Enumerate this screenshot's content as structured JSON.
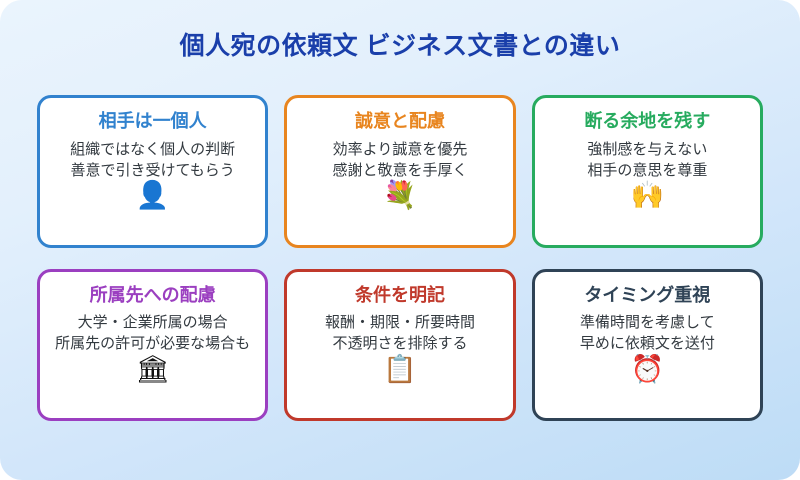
{
  "page": {
    "title": "個人宛の依頼文 ビジネス文書との違い",
    "title_color": "#1a3faa",
    "background_from": "#eaf4fd",
    "background_to": "#bddcf6"
  },
  "cards": [
    {
      "title": "相手は一個人",
      "accent": "#3182ce",
      "line1": "組織ではなく個人の判断",
      "line2": "善意で引き受けてもらう",
      "icon": "person-icon",
      "icon_glyph": "👤"
    },
    {
      "title": "誠意と配慮",
      "accent": "#e8851f",
      "line1": "効率より誠意を優先",
      "line2": "感謝と敬意を手厚く",
      "icon": "bouquet-icon",
      "icon_glyph": "💐"
    },
    {
      "title": "断る余地を残す",
      "accent": "#27ab5f",
      "line1": "強制感を与えない",
      "line2": "相手の意思を尊重",
      "icon": "open-hands-icon",
      "icon_glyph": "🙌"
    },
    {
      "title": "所属先への配慮",
      "accent": "#9b3fc0",
      "line1": "大学・企業所属の場合",
      "line2": "所属先の許可が必要な場合も",
      "icon": "classical-building-icon",
      "icon_glyph": "🏛"
    },
    {
      "title": "条件を明記",
      "accent": "#c0392b",
      "line1": "報酬・期限・所要時間",
      "line2": "不透明さを排除する",
      "icon": "clipboard-icon",
      "icon_glyph": "📋"
    },
    {
      "title": "タイミング重視",
      "accent": "#2f4356",
      "line1": "準備時間を考慮して",
      "line2": "早めに依頼文を送付",
      "icon": "alarm-clock-icon",
      "icon_glyph": "⏰"
    }
  ]
}
